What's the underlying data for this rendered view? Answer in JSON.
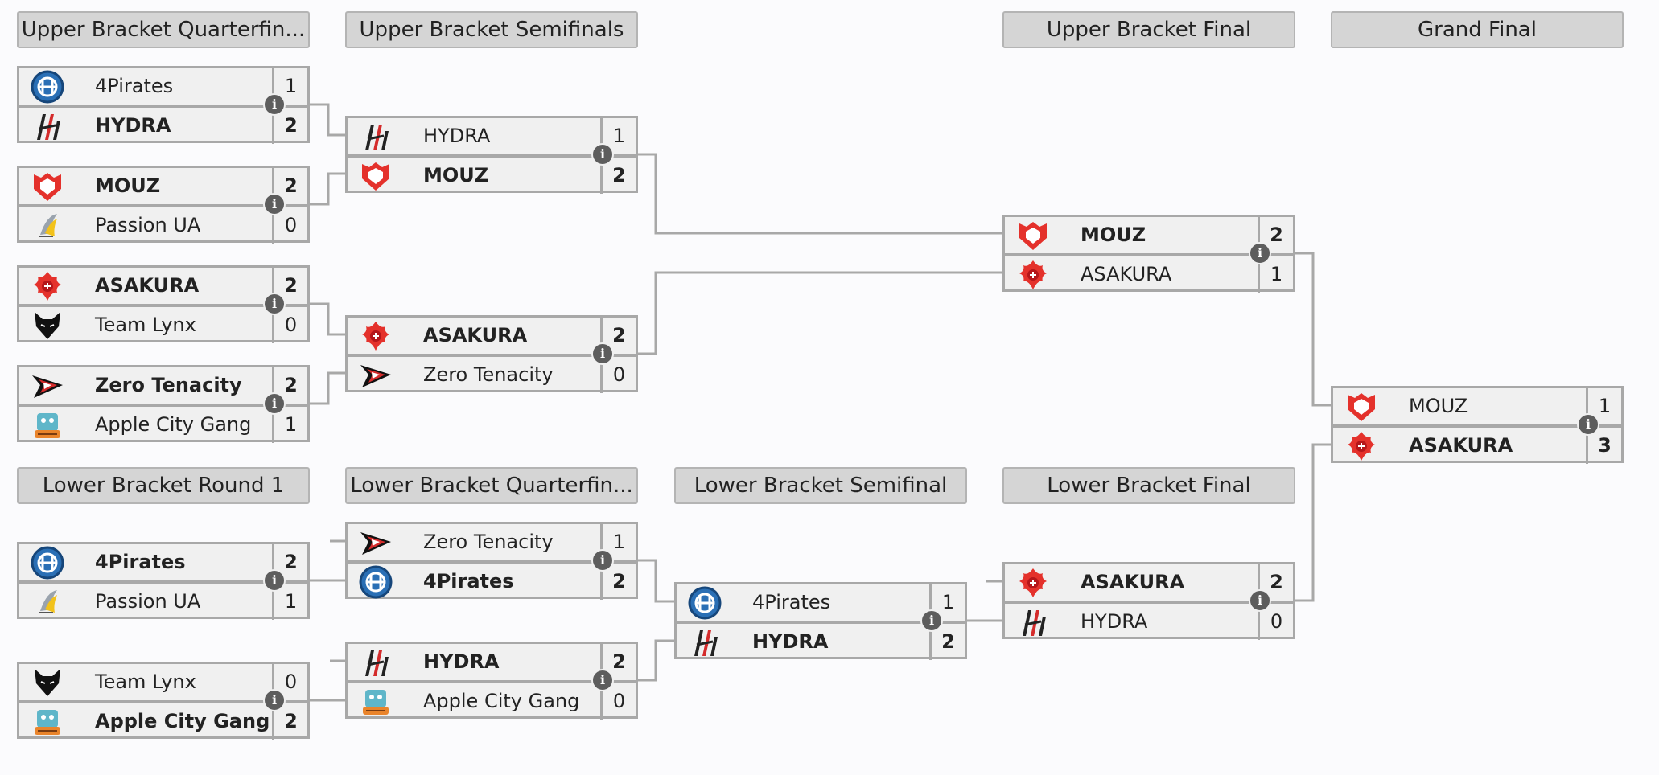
{
  "logos": {
    "4Pirates": "pirates-logo-icon",
    "HYDRA": "hydra-logo-icon",
    "MOUZ": "mouz-logo-icon",
    "Passion UA": "passion-ua-logo-icon",
    "ASAKURA": "asakura-logo-icon",
    "Team Lynx": "team-lynx-logo-icon",
    "Zero Tenacity": "zero-tenacity-logo-icon",
    "Apple City Gang": "apple-city-gang-logo-icon"
  },
  "info_glyph": "i",
  "colors": {
    "line": "#a8a8a8",
    "header_bg": "#d5d5d5",
    "cell_bg": "#f0f0f0",
    "mouz_red": "#e4312b",
    "asakura_red": "#e4312b"
  },
  "headers": [
    {
      "id": "ubqf",
      "label": "Upper Bracket Quarterfin..."
    },
    {
      "id": "ubsf",
      "label": "Upper Bracket Semifinals"
    },
    {
      "id": "ubf",
      "label": "Upper Bracket Final"
    },
    {
      "id": "gf",
      "label": "Grand Final"
    },
    {
      "id": "lbr1",
      "label": "Lower Bracket Round 1"
    },
    {
      "id": "lbqf",
      "label": "Lower Bracket Quarterfin..."
    },
    {
      "id": "lbsf",
      "label": "Lower Bracket Semifinal"
    },
    {
      "id": "lbf",
      "label": "Lower Bracket Final"
    }
  ],
  "matches": [
    {
      "id": "ubqf1",
      "teams": [
        {
          "name": "4Pirates",
          "score": "1",
          "winner": false
        },
        {
          "name": "HYDRA",
          "score": "2",
          "winner": true
        }
      ]
    },
    {
      "id": "ubqf2",
      "teams": [
        {
          "name": "MOUZ",
          "score": "2",
          "winner": true
        },
        {
          "name": "Passion UA",
          "score": "0",
          "winner": false
        }
      ]
    },
    {
      "id": "ubqf3",
      "teams": [
        {
          "name": "ASAKURA",
          "score": "2",
          "winner": true
        },
        {
          "name": "Team Lynx",
          "score": "0",
          "winner": false
        }
      ]
    },
    {
      "id": "ubqf4",
      "teams": [
        {
          "name": "Zero Tenacity",
          "score": "2",
          "winner": true
        },
        {
          "name": "Apple City Gang",
          "score": "1",
          "winner": false
        }
      ]
    },
    {
      "id": "ubsf1",
      "teams": [
        {
          "name": "HYDRA",
          "score": "1",
          "winner": false
        },
        {
          "name": "MOUZ",
          "score": "2",
          "winner": true
        }
      ]
    },
    {
      "id": "ubsf2",
      "teams": [
        {
          "name": "ASAKURA",
          "score": "2",
          "winner": true
        },
        {
          "name": "Zero Tenacity",
          "score": "0",
          "winner": false
        }
      ]
    },
    {
      "id": "ubf",
      "teams": [
        {
          "name": "MOUZ",
          "score": "2",
          "winner": true
        },
        {
          "name": "ASAKURA",
          "score": "1",
          "winner": false
        }
      ]
    },
    {
      "id": "gf",
      "teams": [
        {
          "name": "MOUZ",
          "score": "1",
          "winner": false
        },
        {
          "name": "ASAKURA",
          "score": "3",
          "winner": true
        }
      ]
    },
    {
      "id": "lbr1a",
      "teams": [
        {
          "name": "4Pirates",
          "score": "2",
          "winner": true
        },
        {
          "name": "Passion UA",
          "score": "1",
          "winner": false
        }
      ]
    },
    {
      "id": "lbr1b",
      "teams": [
        {
          "name": "Team Lynx",
          "score": "0",
          "winner": false
        },
        {
          "name": "Apple City Gang",
          "score": "2",
          "winner": true
        }
      ]
    },
    {
      "id": "lbqf1",
      "teams": [
        {
          "name": "Zero Tenacity",
          "score": "1",
          "winner": false
        },
        {
          "name": "4Pirates",
          "score": "2",
          "winner": true
        }
      ]
    },
    {
      "id": "lbqf2",
      "teams": [
        {
          "name": "HYDRA",
          "score": "2",
          "winner": true
        },
        {
          "name": "Apple City Gang",
          "score": "0",
          "winner": false
        }
      ]
    },
    {
      "id": "lbsf",
      "teams": [
        {
          "name": "4Pirates",
          "score": "1",
          "winner": false
        },
        {
          "name": "HYDRA",
          "score": "2",
          "winner": true
        }
      ]
    },
    {
      "id": "lbf",
      "teams": [
        {
          "name": "ASAKURA",
          "score": "2",
          "winner": true
        },
        {
          "name": "HYDRA",
          "score": "0",
          "winner": false
        }
      ]
    }
  ]
}
